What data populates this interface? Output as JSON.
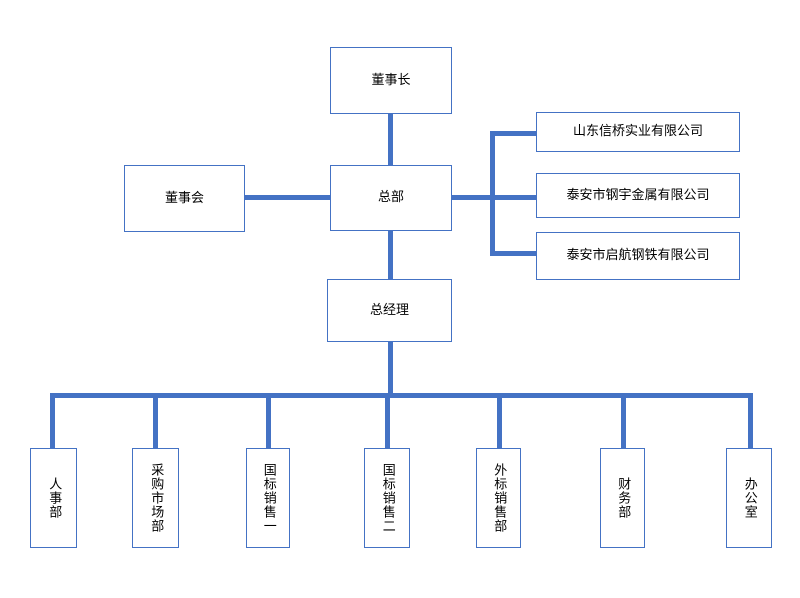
{
  "chart_data": {
    "type": "diagram",
    "title": "",
    "diagram_kind": "organization-chart",
    "orientation": "top-down",
    "colors": {
      "node_border": "#4472C4",
      "node_fill": "#FFFFFF",
      "connector": "#4472C4",
      "text": "#000000",
      "background": "#FFFFFF"
    },
    "nodes": [
      {
        "id": "chairman",
        "label": "董事长",
        "level": 0,
        "text_direction": "horizontal"
      },
      {
        "id": "board",
        "label": "董事会",
        "level": 1,
        "text_direction": "horizontal"
      },
      {
        "id": "headquarters",
        "label": "总部",
        "level": 1,
        "text_direction": "horizontal"
      },
      {
        "id": "sub1",
        "label": "山东信桥实业有限公司",
        "level": 2,
        "text_direction": "horizontal"
      },
      {
        "id": "sub2",
        "label": "泰安市钢宇金属有限公司",
        "level": 2,
        "text_direction": "horizontal"
      },
      {
        "id": "sub3",
        "label": "泰安市启航钢铁有限公司",
        "level": 2,
        "text_direction": "horizontal"
      },
      {
        "id": "gm",
        "label": "总经理",
        "level": 2,
        "text_direction": "horizontal"
      },
      {
        "id": "dept1",
        "label": "人事部",
        "level": 3,
        "text_direction": "vertical"
      },
      {
        "id": "dept2",
        "label": "采购市场部",
        "level": 3,
        "text_direction": "vertical"
      },
      {
        "id": "dept3",
        "label": "国标销售一",
        "level": 3,
        "text_direction": "vertical"
      },
      {
        "id": "dept4",
        "label": "国标销售二",
        "level": 3,
        "text_direction": "vertical"
      },
      {
        "id": "dept5",
        "label": "外标销售部",
        "level": 3,
        "text_direction": "vertical"
      },
      {
        "id": "dept6",
        "label": "财务部",
        "level": 3,
        "text_direction": "vertical"
      },
      {
        "id": "dept7",
        "label": "办公室",
        "level": 3,
        "text_direction": "vertical"
      }
    ],
    "edges": [
      {
        "from": "chairman",
        "to": "headquarters"
      },
      {
        "from": "board",
        "to": "headquarters"
      },
      {
        "from": "headquarters",
        "to": "sub1"
      },
      {
        "from": "headquarters",
        "to": "sub2"
      },
      {
        "from": "headquarters",
        "to": "sub3"
      },
      {
        "from": "headquarters",
        "to": "gm"
      },
      {
        "from": "gm",
        "to": "dept1"
      },
      {
        "from": "gm",
        "to": "dept2"
      },
      {
        "from": "gm",
        "to": "dept3"
      },
      {
        "from": "gm",
        "to": "dept4"
      },
      {
        "from": "gm",
        "to": "dept5"
      },
      {
        "from": "gm",
        "to": "dept6"
      },
      {
        "from": "gm",
        "to": "dept7"
      }
    ]
  },
  "chart": {
    "chairman": {
      "label": "董事长"
    },
    "board": {
      "label": "董事会"
    },
    "headquarters": {
      "label": "总部"
    },
    "general_manager": {
      "label": "总经理"
    },
    "subsidiaries": [
      {
        "label": "山东信桥实业有限公司"
      },
      {
        "label": "泰安市钢宇金属有限公司"
      },
      {
        "label": "泰安市启航钢铁有限公司"
      }
    ],
    "departments": [
      {
        "label": "人事部"
      },
      {
        "label": "采购市场部"
      },
      {
        "label": "国标销售一"
      },
      {
        "label": "国标销售二"
      },
      {
        "label": "外标销售部"
      },
      {
        "label": "财务部"
      },
      {
        "label": "办公室"
      }
    ]
  }
}
